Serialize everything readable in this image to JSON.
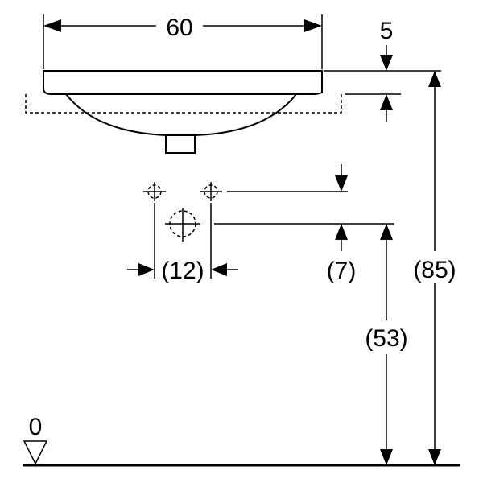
{
  "dimensions": {
    "basin_width": "60",
    "rim_thickness": "5",
    "tap_hole_spacing": "(12)",
    "tap_hole_offset": "(7)",
    "tap_hole_height": "(53)",
    "total_height": "(85)",
    "floor_level": "0"
  },
  "colors": {
    "ink": "#000000",
    "background": "#ffffff"
  }
}
